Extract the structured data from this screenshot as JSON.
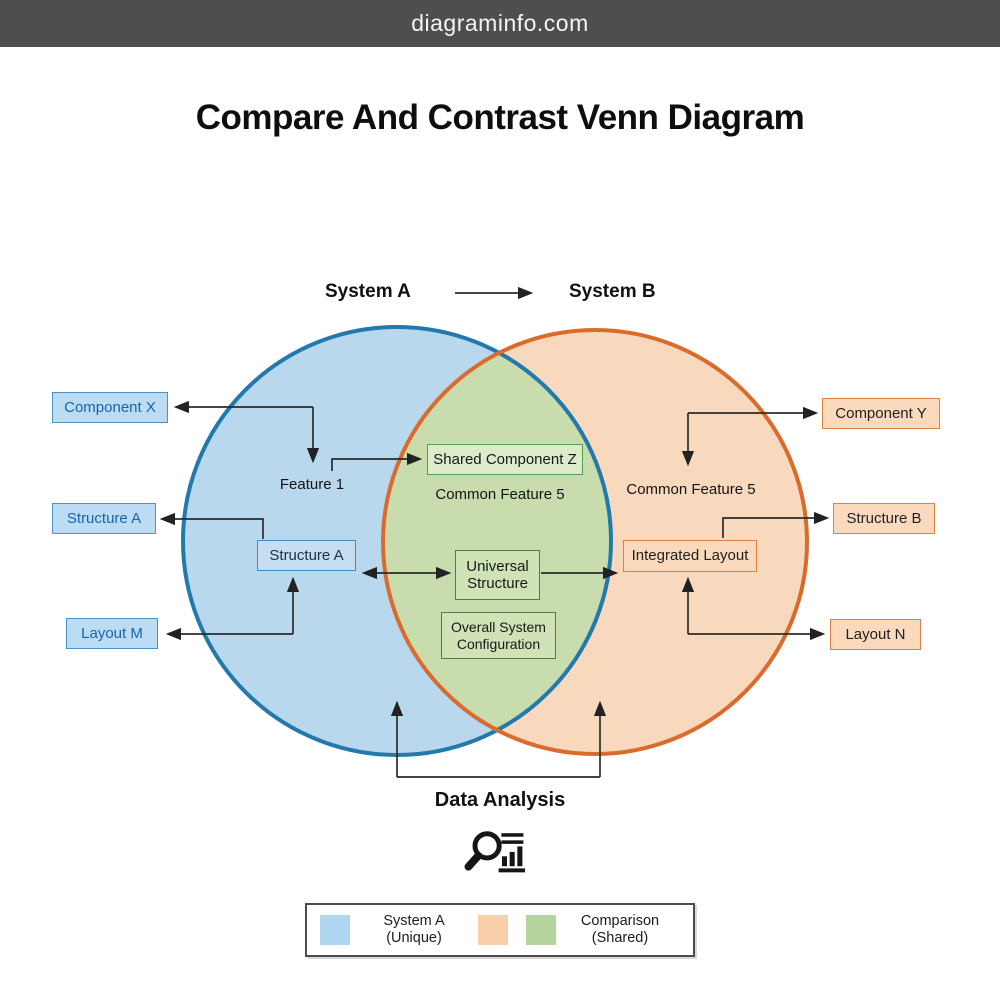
{
  "site": {
    "brand": "diagraminfo.com"
  },
  "title": "Compare And Contrast Venn Diagram",
  "venn": {
    "left_set_label": "System A",
    "right_set_label": "System B",
    "colors": {
      "left_fill": "#b9d8ee",
      "left_stroke": "#2279ac",
      "right_fill": "#f9d9bd",
      "right_stroke": "#da6b2c",
      "overlap_fill": "#c9dcae",
      "arrow": "#2b2b2b"
    },
    "left_outer_boxes": [
      {
        "label": "Component X"
      },
      {
        "label": "Structure A"
      },
      {
        "label": "Layout M"
      }
    ],
    "right_outer_boxes": [
      {
        "label": "Component Y"
      },
      {
        "label": "Structure B"
      },
      {
        "label": "Layout N"
      }
    ],
    "left_inner": {
      "feature_label": "Feature 1",
      "box_label": "Structure A"
    },
    "center": {
      "shared_box_label": "Shared Component Z",
      "common_label": "Common Feature 5",
      "universal_box_label": "Universal\nStructure",
      "overall_box_label": "Overall System\nConfiguration"
    },
    "right_inner": {
      "common_label": "Common Feature 5",
      "box_label": "Integrated Layout"
    }
  },
  "footer": {
    "data_analysis_label": "Data Analysis"
  },
  "legend": {
    "system_a_label": "System A\n(Unique)",
    "comparison_label": "Comparison\n(Shared)"
  }
}
